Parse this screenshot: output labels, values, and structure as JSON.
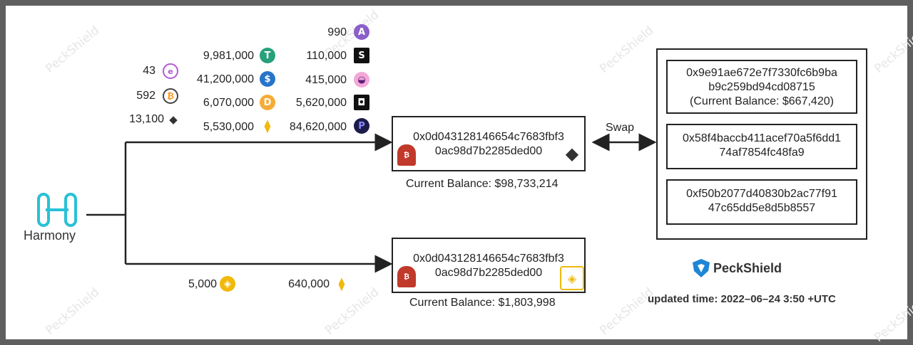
{
  "watermark": "PeckShield",
  "source": {
    "name": "Harmony"
  },
  "eth_branch": {
    "tokens_left": [
      {
        "amount": "43",
        "icon": "aave-avatar-icon"
      },
      {
        "amount": "592",
        "icon": "wbtc-icon"
      },
      {
        "amount": "13,100",
        "icon": "eth-icon"
      }
    ],
    "tokens_mid": [
      {
        "amount": "9,981,000",
        "icon": "usdt-icon"
      },
      {
        "amount": "41,200,000",
        "icon": "usdc-icon"
      },
      {
        "amount": "6,070,000",
        "icon": "dai-icon"
      },
      {
        "amount": "5,530,000",
        "icon": "busd-icon"
      }
    ],
    "tokens_right": [
      {
        "amount": "990",
        "icon": "aave-icon"
      },
      {
        "amount": "110,000",
        "icon": "sushi-icon"
      },
      {
        "amount": "415,000",
        "icon": "link-icon"
      },
      {
        "amount": "5,620,000",
        "icon": "frax-icon"
      },
      {
        "amount": "84,620,000",
        "icon": "fxs-icon"
      }
    ],
    "address_line1": "0x0d043128146654c7683fbf3",
    "address_line2": "0ac98d7b2285ded00",
    "balance": "Current Balance: $98,733,214"
  },
  "bsc_branch": {
    "tokens": [
      {
        "amount": "5,000",
        "icon": "bnb-coin-icon"
      },
      {
        "amount": "640,000",
        "icon": "busd-icon"
      }
    ],
    "address_line1": "0x0d043128146654c7683fbf3",
    "address_line2": "0ac98d7b2285ded00",
    "balance": "Current Balance: $1,803,998"
  },
  "swap_label": "Swap",
  "swap_addresses": [
    {
      "line1": "0x9e91ae672e7f7330fc6b9ba",
      "line2": "b9c259bd94cd08715",
      "line3": "(Current Balance: $667,420)"
    },
    {
      "line1": "0x58f4baccb411acef70a5f6dd1",
      "line2": "74af7854fc48fa9"
    },
    {
      "line1": "0xf50b2077d40830b2ac77f91",
      "line2": "47c65dd5e8d5b8557"
    }
  ],
  "brand": "PeckShield",
  "updated": "updated time: 2022–06–24 3:50 +UTC",
  "colors": {
    "harmony": "#29c1d6",
    "usdt": "#26a17b",
    "usdc": "#2775ca",
    "dai": "#f5ac37",
    "busd": "#f0b90b",
    "hacker": "#c0392b",
    "peckshield": "#1d86d6"
  }
}
